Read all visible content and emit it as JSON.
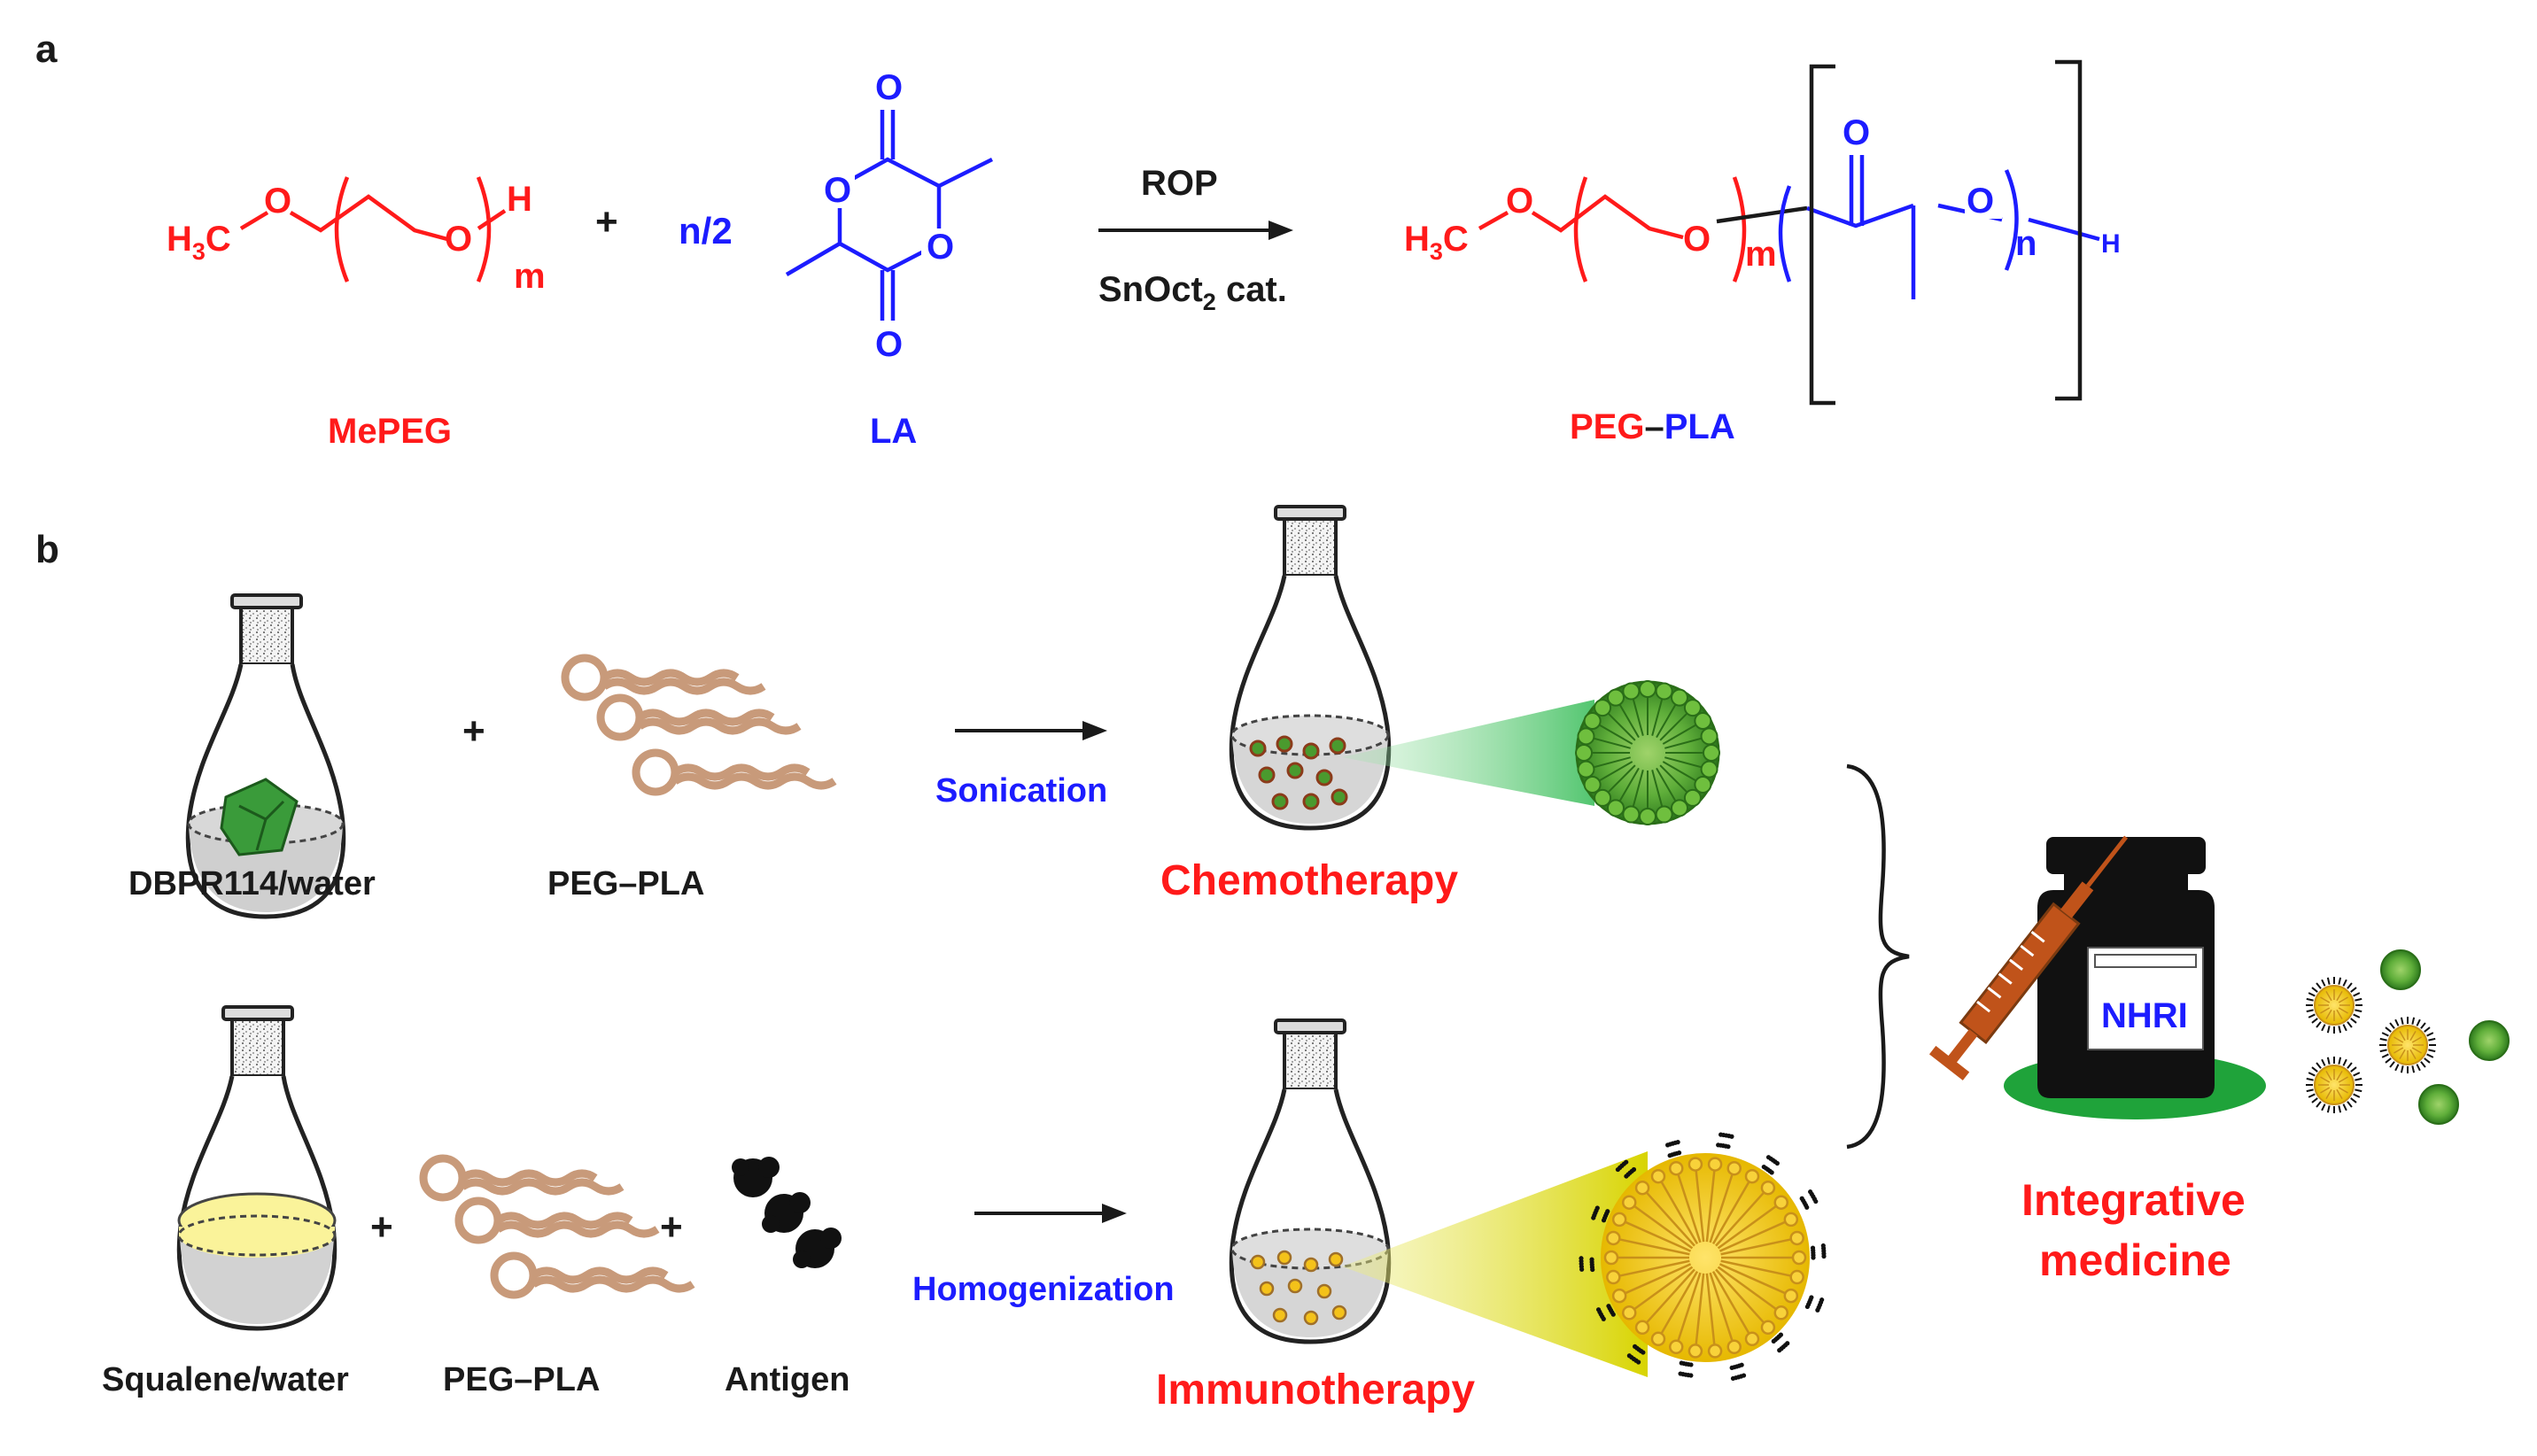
{
  "panel_labels": {
    "a": "a",
    "b": "b"
  },
  "reaction": {
    "mepeg": {
      "h3": "H",
      "h3_sub": "3",
      "c": "C",
      "o1": "O",
      "o2": "O",
      "h": "H",
      "m": "m",
      "name": "MePEG"
    },
    "plus": "+",
    "coefficient": "n/2",
    "lactide": {
      "o_top": "O",
      "o_ring1": "O",
      "o_ring2": "O",
      "o_bottom": "O",
      "name": "LA"
    },
    "arrow_top": "ROP",
    "arrow_bottom_main": "SnOct",
    "arrow_bottom_sub": "2",
    "arrow_bottom_tail": " cat.",
    "product": {
      "h3": "H",
      "h3_sub": "3",
      "c": "C",
      "o1": "O",
      "o2": "O",
      "m": "m",
      "o_carbonyl": "O",
      "o_chain": "O",
      "n": "n",
      "h": "H",
      "name_peg": "PEG",
      "name_dash": "–",
      "name_pla": "PLA"
    }
  },
  "chemo_row": {
    "reagent1": "DBPR114/water",
    "plus": "+",
    "reagent2": "PEG–PLA",
    "process": "Sonication",
    "result": "Chemotherapy"
  },
  "immuno_row": {
    "reagent1": "Squalene/water",
    "plus1": "+",
    "reagent2": "PEG–PLA",
    "plus2": "+",
    "reagent3": "Antigen",
    "process": "Homogenization",
    "result": "Immunotherapy"
  },
  "final": {
    "bottle_label": "NHRI",
    "title_line1": "Integrative",
    "title_line2": "medicine"
  },
  "colors": {
    "peg_red": "#ff1a1a",
    "pla_blue": "#1c1cff",
    "micelle_green": "#4a9a2e",
    "emulsion_yellow": "#f4e21a",
    "polymer_tan": "#c89a7a",
    "platform_green": "#1fa33a"
  }
}
